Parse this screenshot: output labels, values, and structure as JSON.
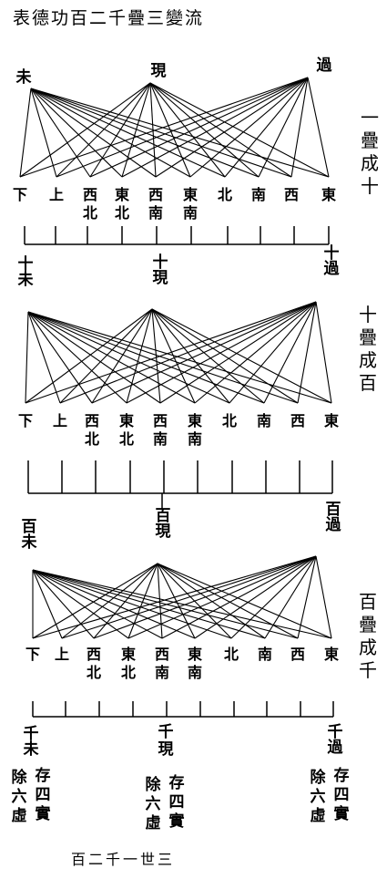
{
  "title": "表德功百二千疊三變流",
  "footer": "百二千一世三",
  "directions": [
    "下",
    "上",
    "西北",
    "東北",
    "西南",
    "東南",
    "北",
    "南",
    "西",
    "東"
  ],
  "sections": [
    {
      "side_label": "一疊成十",
      "past": "未",
      "present": "現",
      "future": "過",
      "ruler_tick_count": 10
    },
    {
      "side_label": "十疊成百",
      "past": "十未",
      "present": "十現",
      "future": "十過",
      "ruler_tick_count": 10
    },
    {
      "side_label": "百疊成千",
      "past": "百未",
      "present": "百現",
      "future": "百過",
      "ruler_tick_count": 10
    }
  ],
  "bottom_labels": {
    "past": "千未",
    "present": "千現",
    "future": "千過",
    "note": "除六虛存四實"
  }
}
